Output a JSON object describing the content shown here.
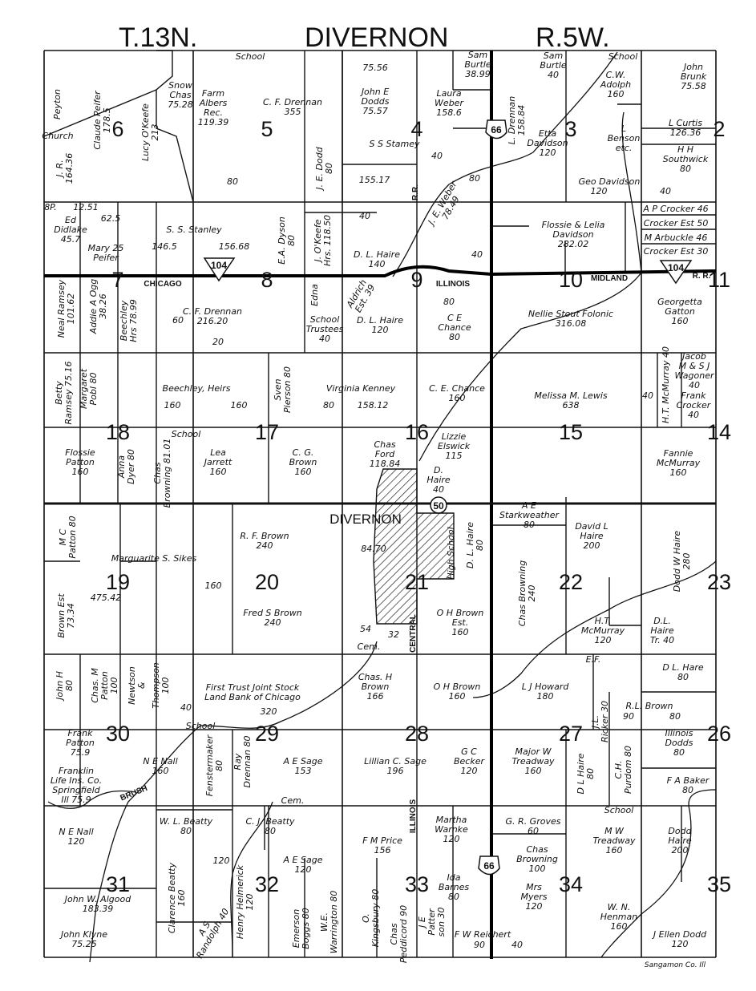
{
  "header": {
    "township": "T.13N.",
    "title": "DIVERNON",
    "range": "R.5W."
  },
  "sections": [
    "6",
    "5",
    "4",
    "3",
    "2",
    "7",
    "8",
    "9",
    "10",
    "11",
    "18",
    "17",
    "16",
    "15",
    "14",
    "19",
    "20",
    "21",
    "22",
    "23",
    "30",
    "29",
    "28",
    "27",
    "26",
    "31",
    "32",
    "33",
    "34",
    "35"
  ],
  "labels": {
    "chicago": "CHICAGO",
    "illinois_rr": "ILLINOIS",
    "midland": "MIDLAND",
    "rr": "R. R.",
    "rr_vertical": "R.R.",
    "town": "DIVERNON",
    "central": "CENTRAL",
    "illinois_road": "ILLINOIS",
    "brush": "BRUSH",
    "route_104": "104",
    "route_66": "66",
    "route_50": "50",
    "county": "Sangamon Co. Ill"
  },
  "parcels": [
    {
      "lines": [
        "Peyton"
      ]
    },
    {
      "lines": [
        "J. R.",
        "164.36"
      ]
    },
    {
      "lines": [
        "Claude Peifer",
        "178.5"
      ]
    },
    {
      "lines": [
        "Lucy O'Keefe",
        "213"
      ]
    },
    {
      "lines": [
        "Church"
      ]
    },
    {
      "lines": [
        "Snow",
        "Chas",
        "75.28"
      ]
    },
    {
      "lines": [
        "Farm",
        "Albers",
        "Rec.",
        "119.39"
      ]
    },
    {
      "lines": [
        "8P."
      ]
    },
    {
      "lines": [
        "12.51"
      ]
    },
    {
      "lines": [
        "62.5"
      ]
    },
    {
      "lines": [
        "Ed",
        "Didlake",
        "45.7"
      ]
    },
    {
      "lines": [
        "Mary  25",
        "Peifer"
      ]
    },
    {
      "lines": [
        "School"
      ]
    },
    {
      "lines": [
        "C. F. Drennan",
        "355"
      ]
    },
    {
      "lines": [
        "80"
      ]
    },
    {
      "lines": [
        "S. S.  Stanley"
      ]
    },
    {
      "lines": [
        "146.5"
      ]
    },
    {
      "lines": [
        "156.68"
      ]
    },
    {
      "lines": [
        "E.A. Dyson",
        "80"
      ]
    },
    {
      "lines": [
        "J. E. Dodd",
        "80"
      ]
    },
    {
      "lines": [
        "J. O'Keefe",
        "Hrs. 118.50"
      ]
    },
    {
      "lines": [
        "75.56"
      ]
    },
    {
      "lines": [
        "John E",
        "Dodds",
        "75.57"
      ]
    },
    {
      "lines": [
        "Laura",
        "Weber",
        "158.6"
      ]
    },
    {
      "lines": [
        "Sam",
        "Burtle",
        "38.99"
      ]
    },
    {
      "lines": [
        "S S Stamey"
      ]
    },
    {
      "lines": [
        "40"
      ]
    },
    {
      "lines": [
        "155.17"
      ]
    },
    {
      "lines": [
        "40"
      ]
    },
    {
      "lines": [
        "80"
      ]
    },
    {
      "lines": [
        "J. E. Weber",
        "78.49"
      ]
    },
    {
      "lines": [
        "D. L. Haire",
        "140"
      ]
    },
    {
      "lines": [
        "40"
      ]
    },
    {
      "lines": [
        "L. Drennan",
        "158.84"
      ]
    },
    {
      "lines": [
        "Sam",
        "Burtle",
        "40"
      ]
    },
    {
      "lines": [
        "Etta",
        "Davidson",
        "120"
      ]
    },
    {
      "lines": [
        "School"
      ]
    },
    {
      "lines": [
        "C.W.",
        "Adolph",
        "160"
      ]
    },
    {
      "lines": [
        "L",
        "Benson",
        "etc."
      ]
    },
    {
      "lines": [
        "Geo Davidson"
      ]
    },
    {
      "lines": [
        "120"
      ]
    },
    {
      "lines": [
        "40"
      ]
    },
    {
      "lines": [
        "Flossie & Lelia",
        "Davidson",
        "282.02"
      ]
    },
    {
      "lines": [
        "John",
        "Brunk",
        "75.58"
      ]
    },
    {
      "lines": [
        "L Curtis",
        "126.36"
      ]
    },
    {
      "lines": [
        "H H",
        "Southwick",
        "80"
      ]
    },
    {
      "lines": [
        "A P Crocker 46"
      ]
    },
    {
      "lines": [
        "Crocker Est 50"
      ]
    },
    {
      "lines": [
        "M Arbuckle 46"
      ]
    },
    {
      "lines": [
        "Crocker Est 30"
      ]
    },
    {
      "lines": [
        "Neal Ramsey",
        "101.62"
      ]
    },
    {
      "lines": [
        "Addie A Ogg",
        "38.26"
      ]
    },
    {
      "lines": [
        "Beechley",
        "Hrs 78.99"
      ]
    },
    {
      "lines": [
        "C. F.  Drennan",
        "216.20"
      ]
    },
    {
      "lines": [
        "60"
      ]
    },
    {
      "lines": [
        "20"
      ]
    },
    {
      "lines": [
        "Edna"
      ]
    },
    {
      "lines": [
        "Aldrich",
        "Est.  39"
      ]
    },
    {
      "lines": [
        "School",
        "Trustees",
        "40"
      ]
    },
    {
      "lines": [
        "D. L. Haire",
        "120"
      ]
    },
    {
      "lines": [
        "80"
      ]
    },
    {
      "lines": [
        "C E",
        "Chance",
        "80"
      ]
    },
    {
      "lines": [
        "Nellie Stout Folonic",
        "316.08"
      ]
    },
    {
      "lines": [
        "Georgetta",
        "Gatton",
        "160"
      ]
    },
    {
      "lines": [
        "Betty",
        "Ramsey 75.16"
      ]
    },
    {
      "lines": [
        "Margaret",
        "Pobl  80"
      ]
    },
    {
      "lines": [
        "Beechley, Heirs"
      ]
    },
    {
      "lines": [
        "160"
      ]
    },
    {
      "lines": [
        "160"
      ]
    },
    {
      "lines": [
        "Sven",
        "Pierson 80"
      ]
    },
    {
      "lines": [
        "Virginia Kenney"
      ]
    },
    {
      "lines": [
        "80"
      ]
    },
    {
      "lines": [
        "158.12"
      ]
    },
    {
      "lines": [
        "C. E. Chance",
        "160"
      ]
    },
    {
      "lines": [
        "Melissa  M.  Lewis",
        "638"
      ]
    },
    {
      "lines": [
        "40"
      ]
    },
    {
      "lines": [
        "H.T. McMurray 40"
      ]
    },
    {
      "lines": [
        "Jacob",
        "M & S J",
        "Wagoner",
        "40"
      ]
    },
    {
      "lines": [
        "Frank",
        "Crocker",
        "40"
      ]
    },
    {
      "lines": [
        "Fannie",
        "McMurray",
        "160"
      ]
    },
    {
      "lines": [
        "Flossie",
        "Patton",
        "160"
      ]
    },
    {
      "lines": [
        "Anna",
        "Dyer 80"
      ]
    },
    {
      "lines": [
        "School"
      ]
    },
    {
      "lines": [
        "Chas",
        "Browning 81.01"
      ]
    },
    {
      "lines": [
        "Lea",
        "Jarrett",
        "160"
      ]
    },
    {
      "lines": [
        "C. G.",
        "Brown",
        "160"
      ]
    },
    {
      "lines": [
        "Chas",
        "Ford",
        "118.84"
      ]
    },
    {
      "lines": [
        "Lizzie",
        "Elswick",
        "115"
      ]
    },
    {
      "lines": [
        "D.",
        "Haire",
        "40"
      ]
    },
    {
      "lines": [
        "M C",
        "Patton 80"
      ]
    },
    {
      "lines": [
        "Marguarite S. Sikes"
      ]
    },
    {
      "lines": [
        "475.42"
      ]
    },
    {
      "lines": [
        "160"
      ]
    },
    {
      "lines": [
        "Brown Est",
        "73.34"
      ]
    },
    {
      "lines": [
        "R. F. Brown",
        "240"
      ]
    },
    {
      "lines": [
        "84.70"
      ]
    },
    {
      "lines": [
        "Fred S Brown",
        "240"
      ]
    },
    {
      "lines": [
        "54"
      ]
    },
    {
      "lines": [
        "Cem."
      ]
    },
    {
      "lines": [
        "High School"
      ]
    },
    {
      "lines": [
        "D. L. Haire",
        "80"
      ]
    },
    {
      "lines": [
        "O H Brown",
        "Est.",
        "160"
      ]
    },
    {
      "lines": [
        "32"
      ]
    },
    {
      "lines": [
        "A E",
        "Starkweather",
        "80"
      ]
    },
    {
      "lines": [
        "Chas  Browning",
        "240"
      ]
    },
    {
      "lines": [
        "David L",
        "Haire",
        "200"
      ]
    },
    {
      "lines": [
        "H.T.",
        "McMurray",
        "120"
      ]
    },
    {
      "lines": [
        "D.L.",
        "Haire",
        "Tr.  40"
      ]
    },
    {
      "lines": [
        "Dodd W Haire",
        "280"
      ]
    },
    {
      "lines": [
        "John H",
        "80"
      ]
    },
    {
      "lines": [
        "Chas. M",
        "Patton",
        "100"
      ]
    },
    {
      "lines": [
        "Newtson",
        "&"
      ]
    },
    {
      "lines": [
        "Thompson",
        "100"
      ]
    },
    {
      "lines": [
        "First Trust Joint Stock",
        "Land Bank of Chicago"
      ]
    },
    {
      "lines": [
        "40"
      ]
    },
    {
      "lines": [
        "320"
      ]
    },
    {
      "lines": [
        "School"
      ]
    },
    {
      "lines": [
        "Chas. H",
        "Brown",
        "166"
      ]
    },
    {
      "lines": [
        "O H Brown",
        "160"
      ]
    },
    {
      "lines": [
        "L J Howard",
        "180"
      ]
    },
    {
      "lines": [
        "E.F."
      ]
    },
    {
      "lines": [
        "J.L.",
        "Ricker 30"
      ]
    },
    {
      "lines": [
        "R.L.  Brown"
      ]
    },
    {
      "lines": [
        "90"
      ]
    },
    {
      "lines": [
        "80"
      ]
    },
    {
      "lines": [
        "D L. Hare",
        "80"
      ]
    },
    {
      "lines": [
        "Frank",
        "Patton",
        "75.9"
      ]
    },
    {
      "lines": [
        "Franklin",
        "Life Ins. Co.",
        "Springfield",
        "Ill  75.9"
      ]
    },
    {
      "lines": [
        "N E Nall",
        "160"
      ]
    },
    {
      "lines": [
        "Fenstermaker",
        "80"
      ]
    },
    {
      "lines": [
        "Ray",
        "Drennan 80"
      ]
    },
    {
      "lines": [
        "A E Sage",
        "153"
      ]
    },
    {
      "lines": [
        "Lillian C. Sage",
        "196"
      ]
    },
    {
      "lines": [
        "G C",
        "Becker",
        "120"
      ]
    },
    {
      "lines": [
        "Major W",
        "Treadway",
        "160"
      ]
    },
    {
      "lines": [
        "D L Haire",
        "80"
      ]
    },
    {
      "lines": [
        "C.H.",
        "Purdom 80"
      ]
    },
    {
      "lines": [
        "Illinois",
        "Dodds",
        "80"
      ]
    },
    {
      "lines": [
        "F A  Baker",
        "80"
      ]
    },
    {
      "lines": [
        "N E Nall",
        "120"
      ]
    },
    {
      "lines": [
        "W. L. Beatty",
        "80"
      ]
    },
    {
      "lines": [
        "C. J. Beatty",
        "80"
      ]
    },
    {
      "lines": [
        "Cem."
      ]
    },
    {
      "lines": [
        "120"
      ]
    },
    {
      "lines": [
        "A E Sage",
        "120"
      ]
    },
    {
      "lines": [
        "F M Price",
        "156"
      ]
    },
    {
      "lines": [
        "Martha",
        "Warnke",
        "120"
      ]
    },
    {
      "lines": [
        "G. R. Groves",
        "60"
      ]
    },
    {
      "lines": [
        "Chas",
        "Browning",
        "100"
      ]
    },
    {
      "lines": [
        "Ida",
        "Barnes",
        "80"
      ]
    },
    {
      "lines": [
        "Mrs",
        "Myers",
        "120"
      ]
    },
    {
      "lines": [
        "School"
      ]
    },
    {
      "lines": [
        "M W",
        "Treadway",
        "160"
      ]
    },
    {
      "lines": [
        "Dodd",
        "Haire",
        "200"
      ]
    },
    {
      "lines": [
        "W. N.",
        "Henman",
        "160"
      ]
    },
    {
      "lines": [
        "J Ellen Dodd",
        "120"
      ]
    },
    {
      "lines": [
        "F W Reichert"
      ]
    },
    {
      "lines": [
        "90"
      ]
    },
    {
      "lines": [
        "40"
      ]
    },
    {
      "lines": [
        "J E",
        "Patter",
        "son 30"
      ]
    },
    {
      "lines": [
        "Chas",
        "Peddicord 90"
      ]
    },
    {
      "lines": [
        "O.",
        "Kingsbury 80"
      ]
    },
    {
      "lines": [
        "W.E.",
        "Warrington 80"
      ]
    },
    {
      "lines": [
        "Emerson",
        "Boggs 80"
      ]
    },
    {
      "lines": [
        "Henry Helmerick",
        "120"
      ]
    },
    {
      "lines": [
        "A S",
        "Randolph 40"
      ]
    },
    {
      "lines": [
        "Clarence Beatty",
        "160"
      ]
    },
    {
      "lines": [
        "John W. Algood",
        "183.39"
      ]
    },
    {
      "lines": [
        "John Klyne",
        "75.25"
      ]
    }
  ]
}
